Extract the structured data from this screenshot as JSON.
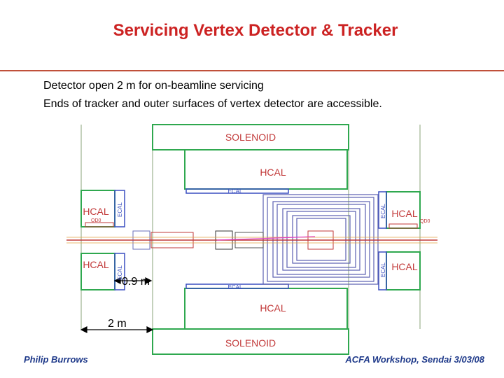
{
  "title": "Servicing Vertex Detector & Tracker",
  "bullets": [
    "Detector open 2 m for on-beamline servicing",
    "Ends of tracker and outer surfaces of vertex detector are accessible."
  ],
  "diagram": {
    "solenoid_top": "SOLENOID",
    "solenoid_bottom": "SOLENOID",
    "hcal_top": "HCAL",
    "hcal_bottom": "HCAL",
    "hcal_left_top": "HCAL",
    "hcal_left_bottom": "HCAL",
    "hcal_right_top": "HCAL",
    "hcal_right_bottom": "HCAL",
    "ecal_top": "ECAL",
    "ecal_bottom": "ECAL",
    "ecal_left_top": "ECAL",
    "ecal_left_bottom": "ECAL",
    "ecal_right_top": "ECAL",
    "ecal_right_bottom": "ECAL",
    "qd0_left": "QD0",
    "qd0_right": "QD0",
    "dim_small": "0.9 m",
    "dim_large": "2 m"
  },
  "footer": {
    "author": "Philip Burrows",
    "event": "ACFA Workshop, Sendai   3/03/08"
  }
}
